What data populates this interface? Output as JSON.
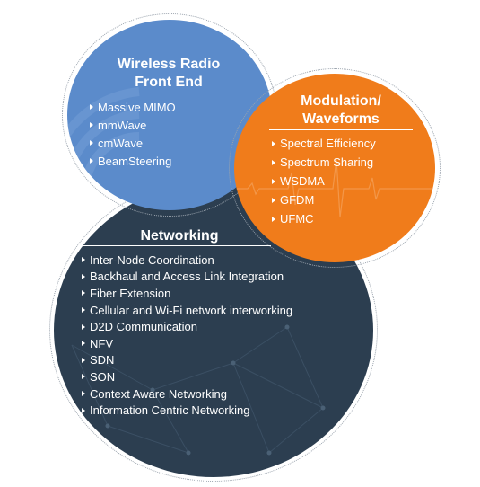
{
  "wireless": {
    "title_line1": "Wireless Radio",
    "title_line2": "Front End",
    "items": [
      "Massive MIMO",
      "mmWave",
      "cmWave",
      "BeamSteering"
    ],
    "color": "#5b8bcb"
  },
  "modulation": {
    "title_line1": "Modulation/",
    "title_line2": "Waveforms",
    "items": [
      "Spectral Efficiency",
      "Spectrum Sharing",
      "WSDMA",
      "GFDM",
      "UFMC"
    ],
    "color": "#f07c1b"
  },
  "networking": {
    "title": "Networking",
    "items": [
      "Inter-Node Coordination",
      "Backhaul and Access Link Integration",
      "Fiber Extension",
      "Cellular and Wi-Fi network interworking",
      "D2D Communication",
      "NFV",
      "SDN",
      "SON",
      "Context Aware Networking",
      "Information Centric Networking"
    ],
    "color": "#2c3e50"
  }
}
